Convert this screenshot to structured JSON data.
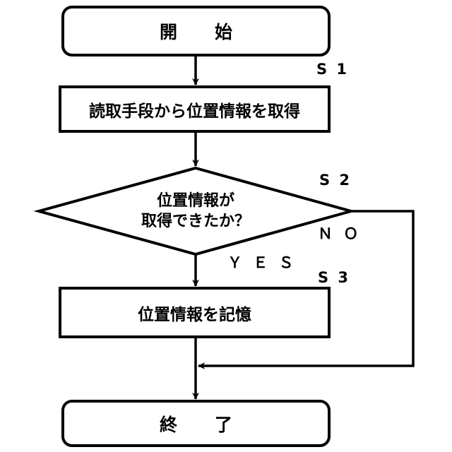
{
  "diagram": {
    "type": "flowchart",
    "orientation": "top-to-bottom",
    "stroke_color": "#000000",
    "fill_color": "#ffffff",
    "nodes": [
      {
        "id": "start",
        "shape": "terminal",
        "label": "開　始",
        "step_tag": ""
      },
      {
        "id": "s1",
        "shape": "process",
        "label": "読取手段から位置情報を取得",
        "step_tag": "S 1"
      },
      {
        "id": "s2",
        "shape": "decision",
        "label_line1": "位置情報が",
        "label_line2": "取得できたか？",
        "step_tag": "S 2"
      },
      {
        "id": "s3",
        "shape": "process",
        "label": "位置情報を記憶",
        "step_tag": "S 3"
      },
      {
        "id": "end",
        "shape": "terminal",
        "label": "終　了",
        "step_tag": ""
      }
    ],
    "branches": {
      "yes": "Ｙ Ｅ Ｓ",
      "no": "Ｎ Ｏ"
    }
  }
}
